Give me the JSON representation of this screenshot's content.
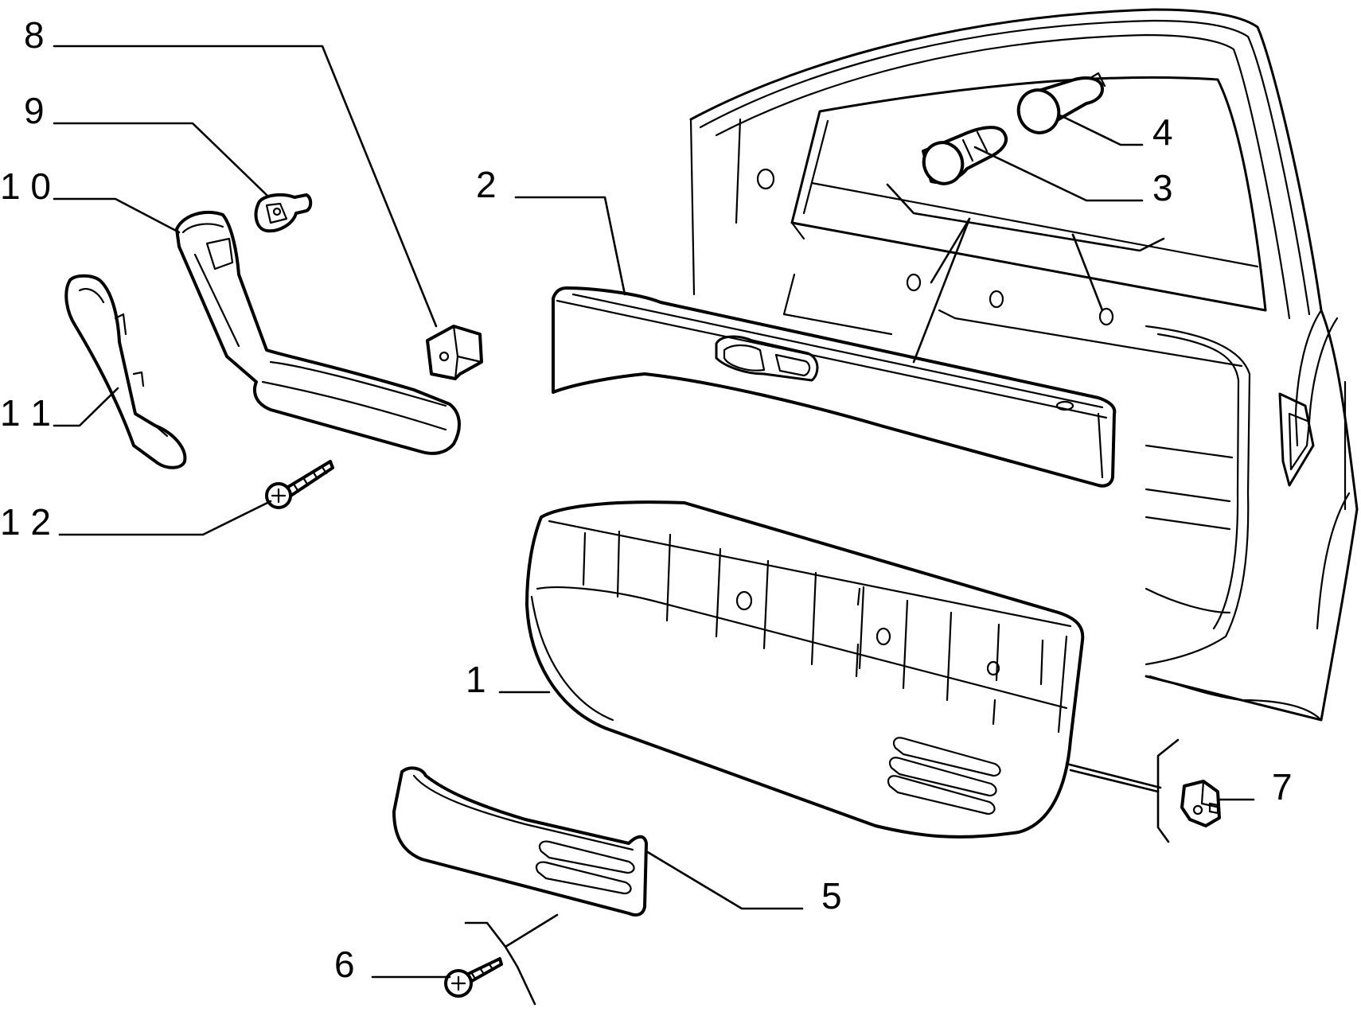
{
  "colors": {
    "ink": "#000000",
    "paper": "#ffffff"
  },
  "callouts": [
    {
      "id": "c1",
      "label": "1"
    },
    {
      "id": "c2",
      "label": "2"
    },
    {
      "id": "c3",
      "label": "3"
    },
    {
      "id": "c4",
      "label": "4"
    },
    {
      "id": "c5",
      "label": "5"
    },
    {
      "id": "c6",
      "label": "6"
    },
    {
      "id": "c7",
      "label": "7"
    },
    {
      "id": "c8",
      "label": "8"
    },
    {
      "id": "c9",
      "label": "9"
    },
    {
      "id": "c10",
      "label": "1 0"
    },
    {
      "id": "c11",
      "label": "1 1"
    },
    {
      "id": "c12",
      "label": "1 2"
    }
  ]
}
